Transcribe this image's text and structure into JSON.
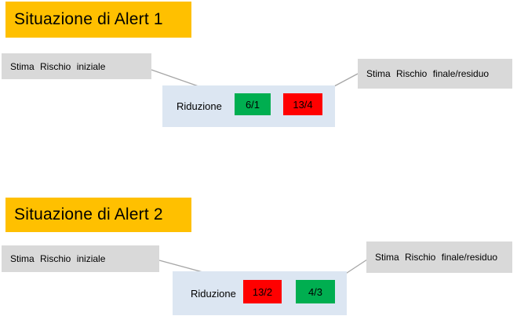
{
  "colors": {
    "header_bg": "#FFC000",
    "callout_bg": "#D9D9D9",
    "panel_bg": "#DCE6F2",
    "green": "#00AE50",
    "red": "#FF0000",
    "connector": "#A6A6A6",
    "text": "#000000"
  },
  "sections": [
    {
      "title": "Situazione di Alert 1",
      "initial_label": "Stima Rischio iniziale",
      "final_label": "Stima Rischio finale/residuo",
      "reduction_label": "Riduzione",
      "initial_value": "6/1",
      "initial_color": "#00AE50",
      "final_value": "13/4",
      "final_color": "#FF0000"
    },
    {
      "title": "Situazione di Alert 2",
      "initial_label": "Stima Rischio iniziale",
      "final_label": "Stima Rischio finale/residuo",
      "reduction_label": "Riduzione",
      "initial_value": "13/2",
      "initial_color": "#FF0000",
      "final_value": "4/3",
      "final_color": "#00AE50"
    }
  ]
}
